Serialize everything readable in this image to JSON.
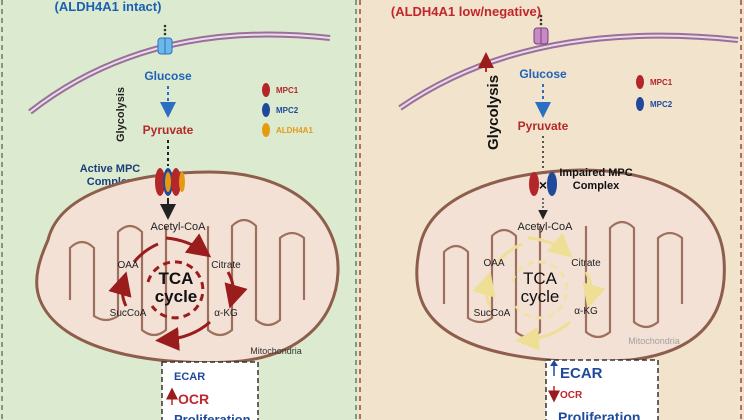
{
  "left": {
    "header": "(ALDH4A1 intact)",
    "glucose": "Glucose",
    "glycolysis": "Glycolysis",
    "pyruvate": "Pyruvate",
    "mpc_label_1": "Active MPC",
    "mpc_label_2": "Complex",
    "acetyl_coa": "Acetyl-CoA",
    "tca_1": "TCA",
    "tca_2": "cycle",
    "oaa": "OAA",
    "citrate": "Citrate",
    "akg": "α-KG",
    "succoa": "SucCoA",
    "mitochondria": "Mitochondria",
    "legend": [
      "MPC1",
      "MPC2",
      "ALDH4A1"
    ],
    "outcome": {
      "ecar": "ECAR",
      "ocr": "OCR",
      "proliferation": "Proliferation"
    }
  },
  "right": {
    "header": "(ALDH4A1 low/negative)",
    "glucose": "Glucose",
    "glycolysis": "Glycolysis",
    "pyruvate": "Pyruvate",
    "mpc_label_1": "Impaired MPC",
    "mpc_label_2": "Complex",
    "acetyl_coa": "Acetyl-CoA",
    "tca_1": "TCA",
    "tca_2": "cycle",
    "oaa": "OAA",
    "citrate": "Citrate",
    "akg": "α-KG",
    "succoa": "SucCoA",
    "mitochondria": "Mitochondria",
    "legend": [
      "MPC1",
      "MPC2"
    ],
    "outcome": {
      "ecar": "ECAR",
      "ocr": "OCR",
      "proliferation": "Proliferation"
    }
  },
  "colors": {
    "left_bg": "#dcebcf",
    "right_bg": "#f1e3cc",
    "header_blue": "#1a5fb4",
    "header_red": "#c0262d",
    "membrane_purple": "#9a6f9b",
    "mito_fill": "#f3e1d6",
    "mito_outline": "#8d5e4b",
    "tca_red": "#9b1c1c",
    "tca_faded": "#efe09a",
    "mpc1": "#b3262a",
    "mpc2": "#1f4a9c",
    "aldh4a1": "#e59a12"
  }
}
